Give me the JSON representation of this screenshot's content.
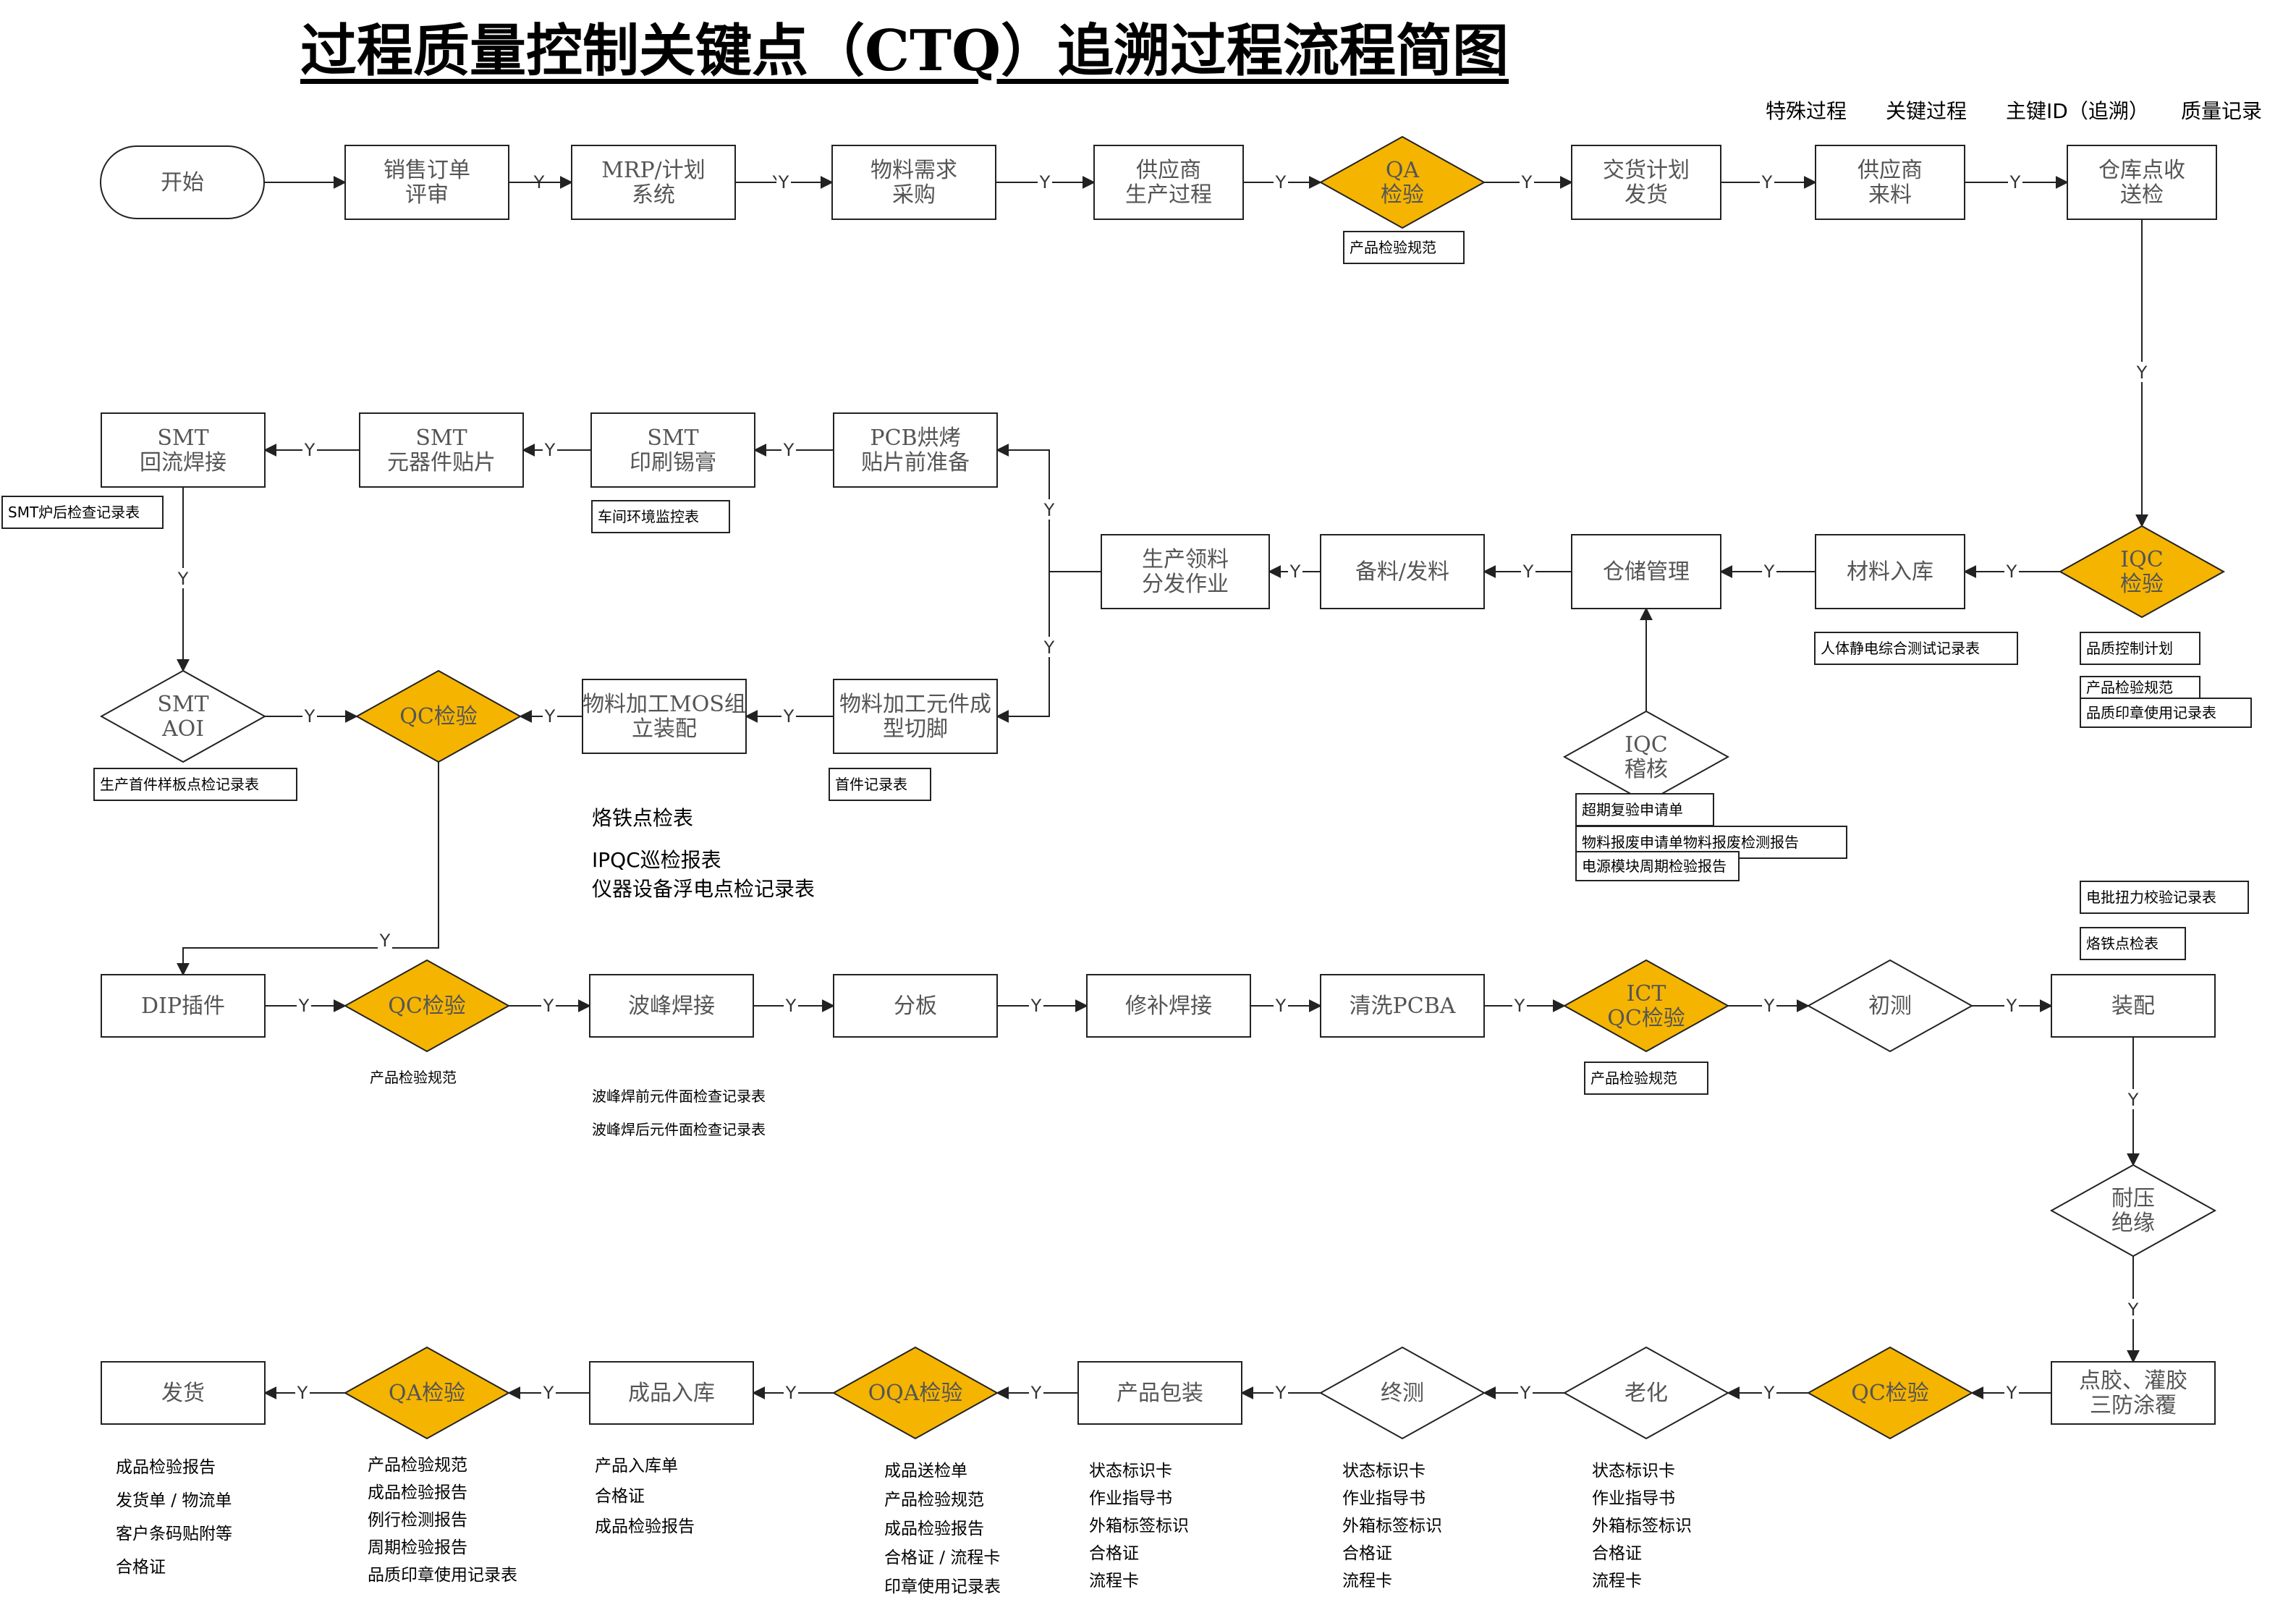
{
  "title": "过程质量控制关键点（CTQ）追溯过程流程简图",
  "legend": [
    "特殊过程",
    "关键过程",
    "主键ID（追溯）",
    "质量记录"
  ],
  "colors": {
    "decision_fill": "#F5B400",
    "stroke": "#222222",
    "box_fill": "#ffffff"
  },
  "edge_label": "Y",
  "nodes": {
    "start": [
      "开始"
    ],
    "sales_review": [
      "销售订单",
      "评审"
    ],
    "mrp": [
      "MRP/计划",
      "系统"
    ],
    "material_purchase": [
      "物料需求",
      "采购"
    ],
    "supplier_process": [
      "供应商",
      "生产过程"
    ],
    "qa_inspect_1": [
      "QA",
      "检验"
    ],
    "delivery_plan": [
      "交货计划",
      "发货"
    ],
    "supplier_incoming": [
      "供应商",
      "来料"
    ],
    "warehouse_receive": [
      "仓库点收",
      "送检"
    ],
    "iqc_inspect": [
      "IQC",
      "检验"
    ],
    "material_storage": [
      "材料入库"
    ],
    "warehouse_mgmt": [
      "仓储管理"
    ],
    "kitting": [
      "备料/发料"
    ],
    "production_issue": [
      "生产领料",
      "分发作业"
    ],
    "iqc_audit": [
      "IQC",
      "稽核"
    ],
    "pcb_bake": [
      "PCB烘烤",
      "贴片前准备"
    ],
    "smt_print": [
      "SMT",
      "印刷锡膏"
    ],
    "smt_place": [
      "SMT",
      "元器件贴片"
    ],
    "smt_reflow": [
      "SMT",
      "回流焊接"
    ],
    "smt_aoi": [
      "SMT",
      "AOI"
    ],
    "qc_inspect_1": [
      "QC检验"
    ],
    "mos_assembly": [
      "物料加工MOS组",
      "立装配"
    ],
    "lead_cut": [
      "物料加工元件成",
      "型切脚"
    ],
    "dip": [
      "DIP插件"
    ],
    "qc_inspect_2": [
      "QC检验"
    ],
    "wave_solder": [
      "波峰焊接"
    ],
    "depanel": [
      "分板"
    ],
    "rework": [
      "修补焊接"
    ],
    "clean_pcba": [
      "清洗PCBA"
    ],
    "ict_qc": [
      "ICT",
      "QC检验"
    ],
    "initial_test": [
      "初测"
    ],
    "assembly": [
      "装配"
    ],
    "hipot": [
      "耐压",
      "绝缘"
    ],
    "coating": [
      "点胶、灌胶",
      "三防涂覆"
    ],
    "qc_inspect_3": [
      "QC检验"
    ],
    "aging": [
      "老化"
    ],
    "final_test": [
      "终测"
    ],
    "packing": [
      "产品包装"
    ],
    "oqa_inspect": [
      "OQA检验"
    ],
    "fg_storage": [
      "成品入库"
    ],
    "qa_inspect_2": [
      "QA检验"
    ],
    "shipping": [
      "发货"
    ]
  },
  "records": {
    "r_qa1": "产品检验规范",
    "r_esd": "人体静电综合测试记录表",
    "r_qcplan": "品质控制计划",
    "r_spec_iqc": "产品检验规范",
    "r_stamp_iqc": "品质印章使用记录表",
    "r_overdue": "超期复验申请单",
    "r_scrap": "物料报废申请单物料报废检测报告",
    "r_power": "电源模块周期检验报告",
    "r_smt_env": "车间环境监控表",
    "r_smt_furnace": "SMT炉后检查记录表",
    "r_first_smt": "生产首件样板点检记录表",
    "r_first": "首件记录表",
    "r_torque": "电批扭力校验记录表",
    "r_iron_r": "烙铁点检表",
    "r_dip_spec": "产品检验规范",
    "r_ict_spec": "产品检验规范"
  },
  "notes": {
    "n_iron": "烙铁点检表",
    "n_ipqc": "IPQC巡检报表",
    "n_equip": "仪器设备浮电点检记录表",
    "n_wave1": "波峰焊前元件面检查记录表",
    "n_wave2": "波峰焊后元件面检查记录表",
    "n_ship": [
      "成品检验报告",
      "发货单  /  物流单",
      "客户条码贴附等",
      "合格证"
    ],
    "n_qa2": [
      "产品检验规范",
      "成品检验报告",
      "例行检测报告",
      "周期检验报告",
      "品质印章使用记录表"
    ],
    "n_fg": [
      "产品入库单",
      "合格证",
      "成品检验报告"
    ],
    "n_oqa": [
      "成品送检单",
      "产品检验规范",
      "成品检验报告",
      "合格证  /  流程卡",
      "印章使用记录表"
    ],
    "n_pack": [
      "状态标识卡",
      "作业指导书",
      "外箱标签标识",
      "合格证",
      "流程卡"
    ],
    "n_final": [
      "状态标识卡",
      "作业指导书",
      "外箱标签标识",
      "合格证",
      "流程卡"
    ],
    "n_aging": [
      "状态标识卡",
      "作业指导书",
      "外箱标签标识",
      "合格证",
      "流程卡"
    ]
  }
}
